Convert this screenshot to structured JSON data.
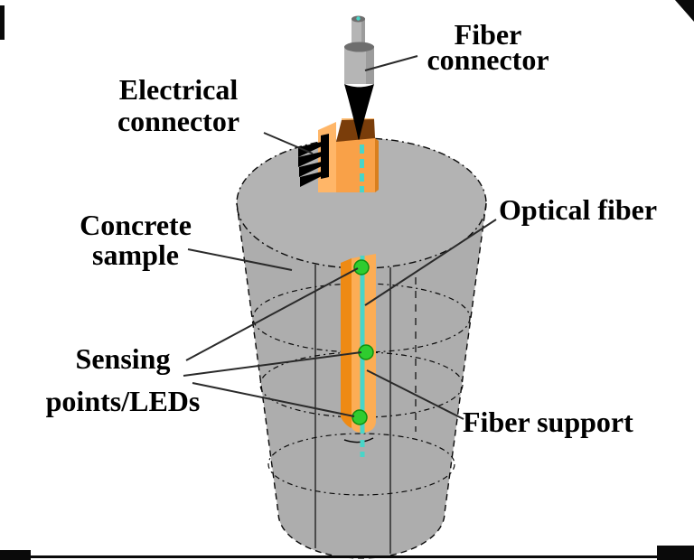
{
  "labels": {
    "fiber_connector": [
      "Fiber",
      "connector"
    ],
    "electrical_connector": [
      "Electrical",
      "connector"
    ],
    "concrete_sample": [
      "Concrete",
      "sample"
    ],
    "optical_fiber": "Optical fiber",
    "sensing_points": [
      "Sensing",
      "points/LEDs"
    ],
    "fiber_support": "Fiber support"
  },
  "colors": {
    "concrete": "#ADADAD",
    "concrete_top": "#B3B3B3",
    "support_orange": "#F9A148",
    "support_left": "#FFB668",
    "support_light": "#FCAD55",
    "support_dark": "#EE8A14",
    "support_edge": "#D97F1E",
    "support_back": "#FDBD74",
    "groove_brown": "#7A3D0A",
    "fiber_cyan": "#49D5C8",
    "led_green": "#2FCC2F",
    "led_edge": "#0E8E0E",
    "connector_gray": "#B5B5B5",
    "connector_shade": "#9C9C9C",
    "connector_dark": "#6E6E6E",
    "cone_black": "#000000",
    "outline": "#0A0A0A",
    "leader": "#2A2A2A",
    "artifact": "#0A0A0A",
    "background": "#FFFFFF"
  }
}
